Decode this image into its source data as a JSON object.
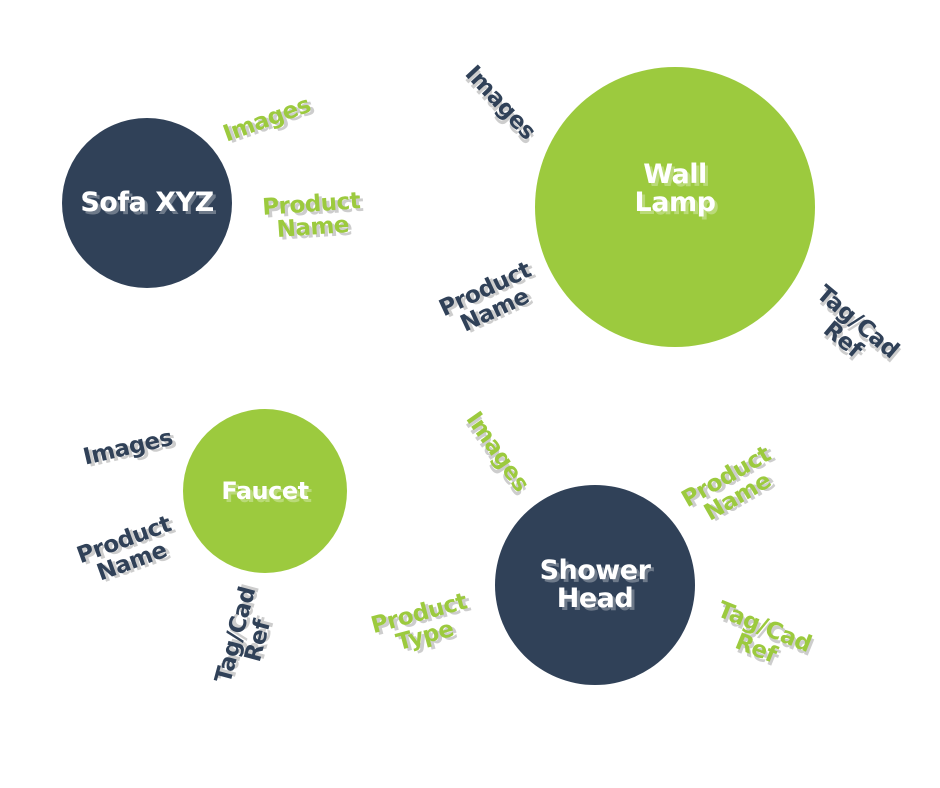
{
  "diagram": {
    "background": "#ffffff",
    "palette": {
      "green": "#9cca3e",
      "navy": "#304158",
      "bubble_text": "#ffffff",
      "label_shadow": "rgba(90,90,90,0.30)"
    },
    "bubbles": [
      {
        "id": "sofa-xyz",
        "fill": "#304158",
        "name": [
          "Sofa XYZ"
        ],
        "labels": [
          {
            "id": "images",
            "color": "#9cca3e",
            "lines": [
              "Images"
            ]
          },
          {
            "id": "product-name",
            "color": "#9cca3e",
            "lines": [
              "Product",
              "Name"
            ]
          }
        ]
      },
      {
        "id": "wall-lamp",
        "fill": "#9cca3e",
        "name": [
          "Wall",
          "Lamp"
        ],
        "labels": [
          {
            "id": "images",
            "color": "#304158",
            "lines": [
              "Images"
            ]
          },
          {
            "id": "product-name",
            "color": "#304158",
            "lines": [
              "Product",
              "Name"
            ]
          },
          {
            "id": "tag-cad-ref",
            "color": "#304158",
            "lines": [
              "Tag/Cad",
              "Ref"
            ]
          }
        ]
      },
      {
        "id": "faucet",
        "fill": "#9cca3e",
        "name": [
          "Faucet"
        ],
        "labels": [
          {
            "id": "images",
            "color": "#304158",
            "lines": [
              "Images"
            ]
          },
          {
            "id": "product-name",
            "color": "#304158",
            "lines": [
              "Product",
              "Name"
            ]
          },
          {
            "id": "tag-cad-ref",
            "color": "#304158",
            "lines": [
              "Tag/Cad",
              "Ref"
            ]
          }
        ]
      },
      {
        "id": "shower-head",
        "fill": "#304158",
        "name": [
          "Shower",
          "Head"
        ],
        "labels": [
          {
            "id": "images",
            "color": "#9cca3e",
            "lines": [
              "Images"
            ]
          },
          {
            "id": "product-name",
            "color": "#9cca3e",
            "lines": [
              "Product",
              "Name"
            ]
          },
          {
            "id": "product-type",
            "color": "#9cca3e",
            "lines": [
              "Product",
              "Type"
            ]
          },
          {
            "id": "tag-cad-ref",
            "color": "#9cca3e",
            "lines": [
              "Tag/Cad",
              "Ref"
            ]
          }
        ]
      }
    ]
  }
}
